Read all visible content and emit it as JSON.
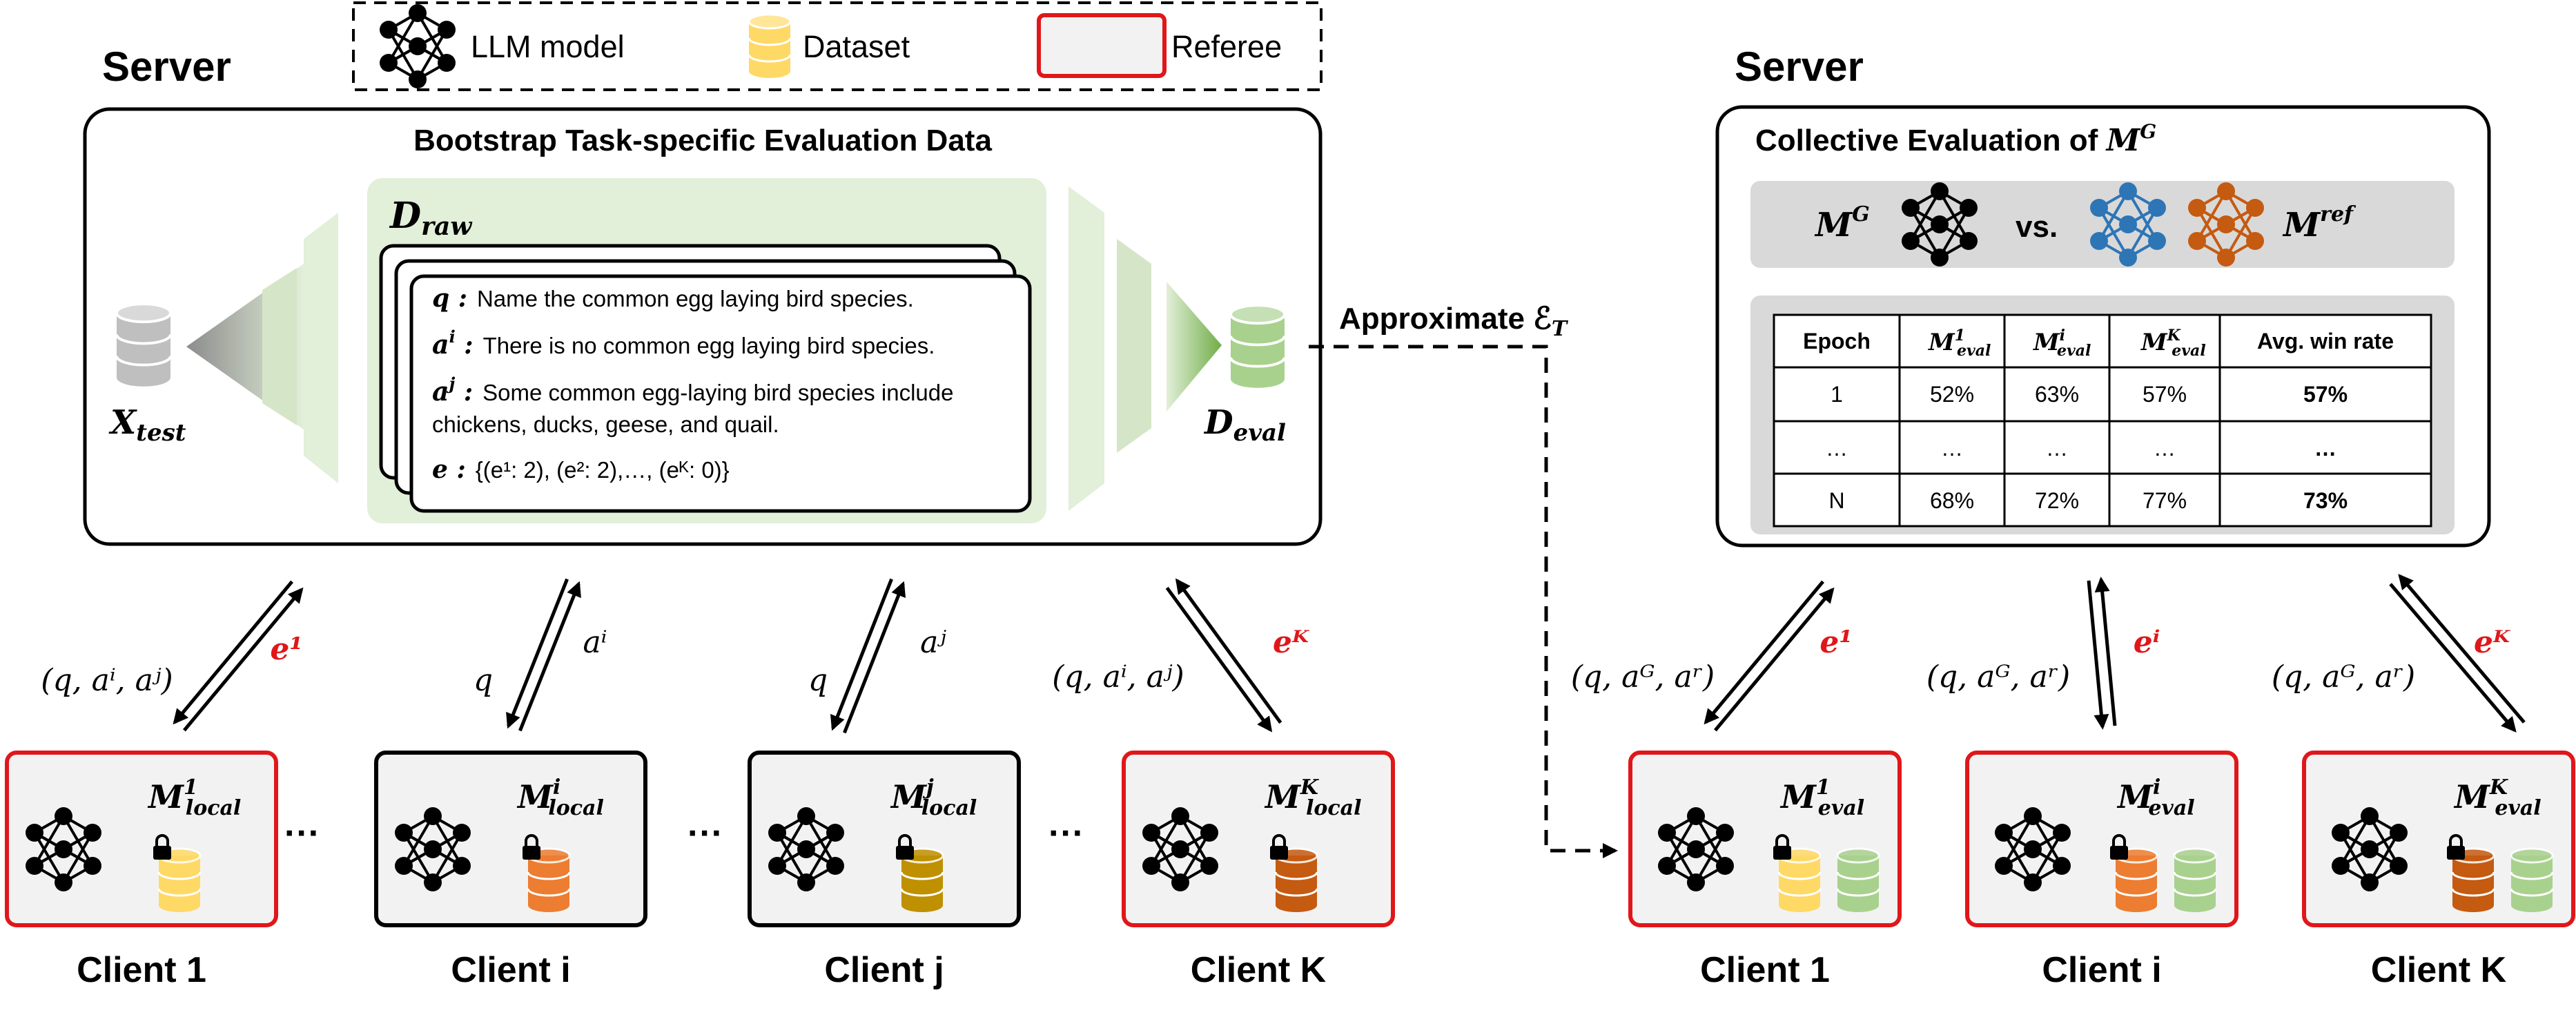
{
  "legend": {
    "llm_label": "LLM model",
    "dataset_label": "Dataset",
    "referee_label": "Referee"
  },
  "left": {
    "server_label": "Server",
    "panel_title": "Bootstrap Task-specific Evaluation Data",
    "d_raw": "D",
    "d_raw_sub": "raw",
    "x_test": "X",
    "x_test_sub": "test",
    "d_eval": "D",
    "d_eval_sub": "eval",
    "card": {
      "q_label": "q :",
      "q_text": "Name the common egg laying bird species.",
      "ai_label": "a",
      "ai_sup": "i",
      "ai_text": "There is no common egg laying bird species.",
      "aj_label": "a",
      "aj_sup": "j",
      "aj_text1": "Some common egg-laying bird species include",
      "aj_text2": "chickens, ducks, geese, and quail.",
      "e_label": "e :",
      "e_text": "{(e¹: 2), (e²: 2),…, (eᴷ: 0)}"
    },
    "arrows": [
      {
        "left": "(q, aⁱ, aʲ)",
        "right": "e¹",
        "right_red": true
      },
      {
        "left": "q",
        "right": "aⁱ",
        "right_red": false
      },
      {
        "left": "q",
        "right": "aʲ",
        "right_red": false
      },
      {
        "left": "(q, aⁱ, aʲ)",
        "right": "eᴷ",
        "right_red": true
      }
    ],
    "clients": [
      {
        "name": "Client 1",
        "model": "M",
        "sup": "1",
        "sub": "local",
        "referee": true,
        "db_color": "#ffd966"
      },
      {
        "name": "Client i",
        "model": "M",
        "sup": "i",
        "sub": "local",
        "referee": false,
        "db_color": "#ed7d31"
      },
      {
        "name": "Client j",
        "model": "M",
        "sup": "j",
        "sub": "local",
        "referee": false,
        "db_color": "#bf9000"
      },
      {
        "name": "Client K",
        "model": "M",
        "sup": "K",
        "sub": "local",
        "referee": true,
        "db_color": "#c55a11"
      }
    ],
    "ellipsis": "···"
  },
  "connector_label": "Approximate ℰ",
  "connector_sub": "T",
  "right": {
    "server_label": "Server",
    "panel_title": "Collective Evaluation of ",
    "panel_title_math": "M",
    "panel_title_sup": "G",
    "compare_left": "M",
    "compare_left_sup": "G",
    "vs_label": "vs.",
    "compare_right": "M",
    "compare_right_sup": "ref",
    "table": {
      "headers": [
        "Epoch",
        "M¹eval",
        "Mⁱeval",
        "Mᴷeval",
        "Avg. win rate"
      ],
      "header_math": [
        {
          "base": "M",
          "sup": "1",
          "sub": "eval"
        },
        {
          "base": "M",
          "sup": "i",
          "sub": "eval"
        },
        {
          "base": "M",
          "sup": "K",
          "sub": "eval"
        }
      ],
      "rows": [
        [
          "1",
          "52%",
          "63%",
          "57%",
          "57%"
        ],
        [
          "…",
          "…",
          "…",
          "…",
          "…"
        ],
        [
          "N",
          "68%",
          "72%",
          "77%",
          "73%"
        ]
      ]
    },
    "arrows": [
      {
        "left": "(q, aᴳ, aʳ)",
        "right": "e¹"
      },
      {
        "left": "(q, aᴳ, aʳ)",
        "right": "eⁱ"
      },
      {
        "left": "(q, aᴳ, aʳ)",
        "right": "eᴷ"
      }
    ],
    "clients": [
      {
        "name": "Client 1",
        "model": "M",
        "sup": "1",
        "sub": "eval",
        "db_color": "#ffd966"
      },
      {
        "name": "Client i",
        "model": "M",
        "sup": "i",
        "sub": "eval",
        "db_color": "#ed7d31"
      },
      {
        "name": "Client K",
        "model": "M",
        "sup": "K",
        "sub": "eval",
        "db_color": "#c55a11"
      }
    ]
  },
  "colors": {
    "referee_red": "#e0171a",
    "panel_green": "#e2efd9",
    "panel_gray": "#d9d9d9",
    "client_bg": "#f2f2f2",
    "eval_db": "#a9d18e",
    "test_db": "#bfbfbf",
    "ref_blue": "#2e75b6",
    "ref_orange": "#c55a11"
  }
}
